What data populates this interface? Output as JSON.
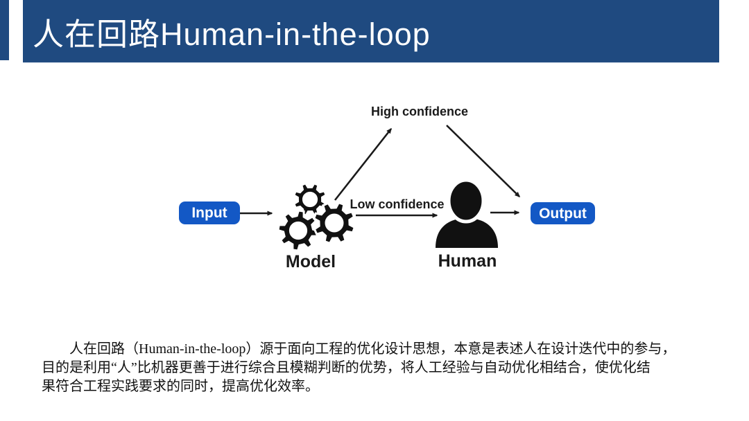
{
  "slide": {
    "title": "人在回路Human-in-the-loop"
  },
  "diagram": {
    "input_label": "Input",
    "output_label": "Output",
    "model_label": "Model",
    "human_label": "Human",
    "high_confidence_label": "High confidence",
    "low_confidence_label": "Low confidence",
    "icons": {
      "model": "gears-icon",
      "human": "person-icon"
    },
    "colors": {
      "node_blue": "#1358c5",
      "icon_black": "#111111",
      "arrow_black": "#1a1a1a"
    }
  },
  "body_text": {
    "lines": [
      "人在回路（Human-in-the-loop）源于面向工程的优化设计思想，本意是表述人在设计迭代中的参与，",
      "目的是利用“人”比机器更善于进行综合且模糊判断的优势，将人工经验与自动优化相结合，使优化结",
      "果符合工程实践要求的同时，提高优化效率。"
    ]
  },
  "colors": {
    "header_blue": "#1f4a80",
    "background": "#ffffff"
  }
}
